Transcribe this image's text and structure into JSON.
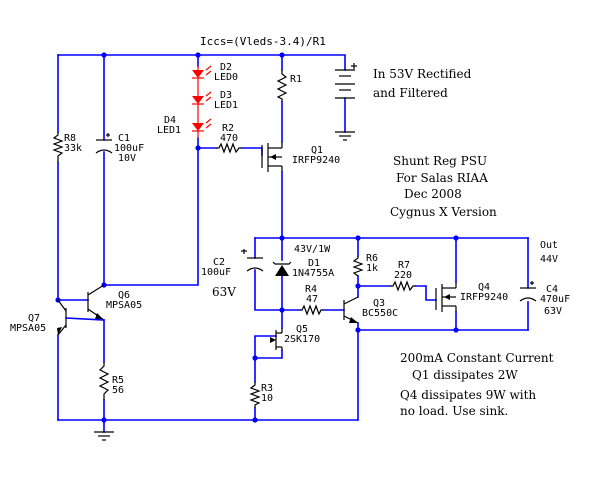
{
  "formula": "Iccs=(Vleds-3.4)/R1",
  "notes": {
    "supply_line1": "In 53V Rectified",
    "supply_line2": "and Filtered",
    "title1": "Shunt Reg PSU",
    "title2": "For Salas RIAA",
    "date": "Dec 2008",
    "version": "Cygnus X Version",
    "out_label": "Out",
    "out_voltage": "44V",
    "cc1": "200mA Constant Current",
    "cc2": "Q1 dissipates 2W",
    "q4_1": "Q4 dissipates 9W with",
    "q4_2": "no load. Use sink."
  },
  "parts": {
    "d2_ref": "D2",
    "d2_val": "LED0",
    "d3_ref": "D3",
    "d3_val": "LED1",
    "d4_ref": "D4",
    "d4_val": "LED1",
    "r1_ref": "R1",
    "r2_ref": "R2",
    "r2_val": "470",
    "q1_ref": "Q1",
    "q1_val": "IRFP9240",
    "r8_ref": "R8",
    "r8_val": "33k",
    "c1_ref": "C1",
    "c1_val": "100uF",
    "c1_volt": "10V",
    "c2_ref": "C2",
    "c2_val": "100uF",
    "c2_volt": "63V",
    "zener_volt": "43V/1W",
    "d1_ref": "D1",
    "d1_val": "1N4755A",
    "r6_ref": "R6",
    "r6_val": "1k",
    "r7_ref": "R7",
    "r7_val": "220",
    "q4_ref": "Q4",
    "q4_val": "IRFP9240",
    "c4_ref": "C4",
    "c4_val": "470uF",
    "c4_volt": "63V",
    "r4_ref": "R4",
    "r4_val": "47",
    "q3_ref": "Q3",
    "q3_val": "BC550C",
    "q5_ref": "Q5",
    "q5_val": "2SK170",
    "r3_ref": "R3",
    "r3_val": "10",
    "q6_ref": "Q6",
    "q6_val": "MPSA05",
    "q7_ref": "Q7",
    "q7_val": "MPSA05",
    "r5_ref": "R5",
    "r5_val": "56"
  },
  "colors": {
    "wire": "#0000ff",
    "led": "#ff0000",
    "part": "#000000"
  }
}
